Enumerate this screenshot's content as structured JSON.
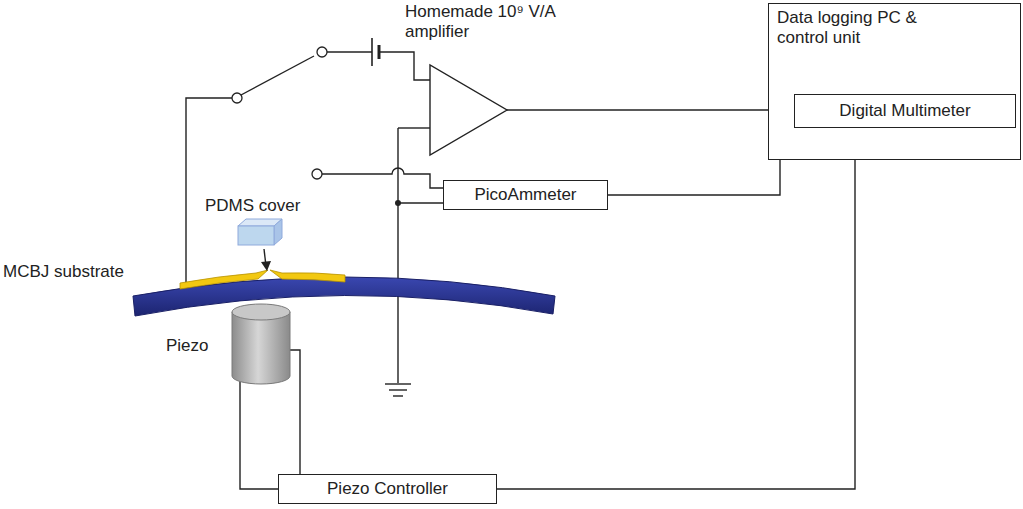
{
  "diagram": {
    "nodes": [
      {
        "text": [
          "Data logging PC & control unit"
        ]
      },
      {
        "text": [
          "Digital Multimeter"
        ],
        "in": 0
      },
      {
        "text": [
          "PicoAmmeter"
        ]
      },
      {
        "text": [
          "Piezo Controller"
        ]
      }
    ],
    "edges": [
      {
        "from": 2,
        "to": 0,
        "arrow": "none"
      },
      {
        "from": 3,
        "to": 0,
        "arrow": "none"
      }
    ],
    "labels": [
      "Homemade 10⁹ V/A amplifier",
      "PDMS cover",
      "MCBJ substrate",
      "Piezo"
    ]
  }
}
